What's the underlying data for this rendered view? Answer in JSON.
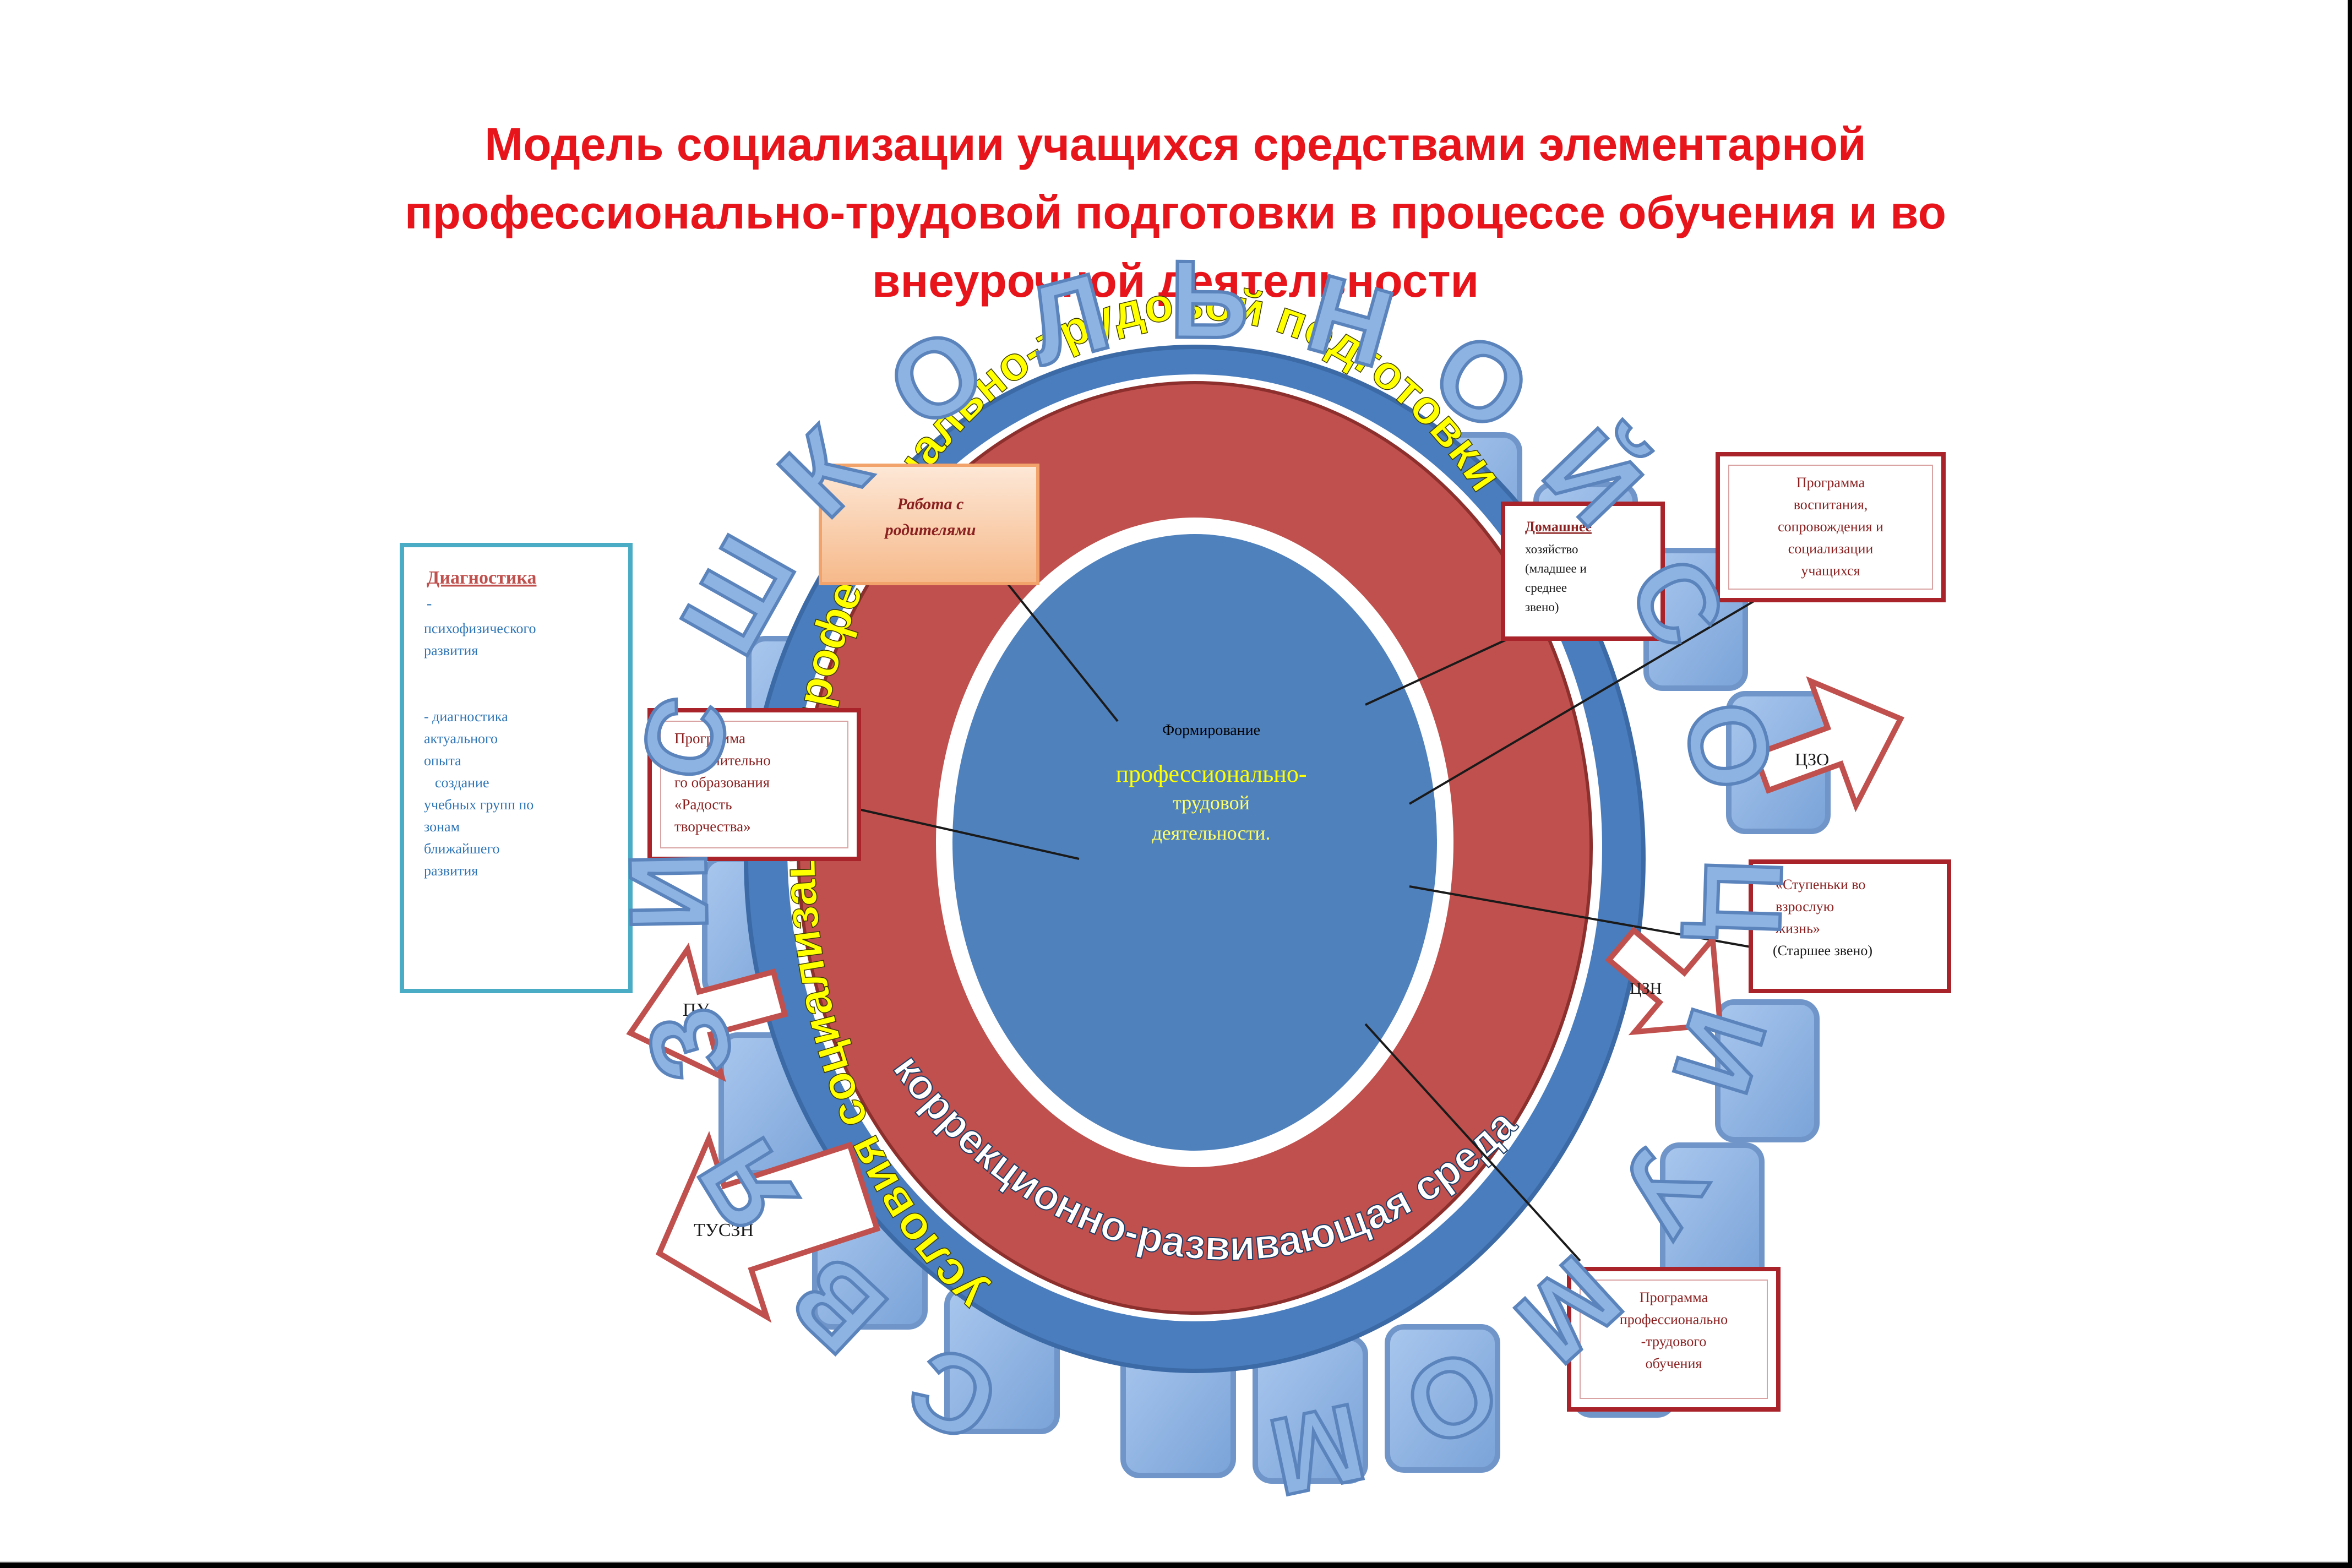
{
  "title": {
    "line1": "Модель социализации учащихся средствами элементарной",
    "line2": "профессионально-трудовой подготовки в процессе обучения и во",
    "line3": "внеурочной деятельности"
  },
  "rings": {
    "outer_letters": "СВЯЗИ С ШКОЛЬНОЙ СОЦИУМОМ",
    "middle": "коррекционно-развивающая среда",
    "inner": "условия социализации и профессионально-трудовой подготовки"
  },
  "center": {
    "line1": "Формирование",
    "line2": "профессионально-",
    "line3": "трудовой",
    "line4": "деятельности."
  },
  "boxes": {
    "parents": {
      "line1": "Работа с",
      "line2": "родителями"
    },
    "diagnostics": {
      "heading": "Диагностика",
      "dash": "-",
      "l1": "психофизического",
      "l2": "развития",
      "l3": "- диагностика",
      "l4": "актуального",
      "l5": "опыта",
      "l6": "создание",
      "l7": "учебных групп по",
      "l8": "зонам",
      "l9": "ближайшего",
      "l10": "развития"
    },
    "program_additional": {
      "l1": "Программа",
      "l2": "дополнительно",
      "l3": "го образования",
      "l4": "«Радость",
      "l5": "творчества»"
    },
    "home_module": {
      "heading": "Домашнее",
      "l1": "хозяйство",
      "l2": "(младшее и",
      "l3": "среднее",
      "l4": "звено)"
    },
    "upbringing": {
      "l1": "Программа",
      "l2": "воспитания,",
      "l3": "сопровождения и",
      "l4": "социализации",
      "l5": "учащихся"
    },
    "steps": {
      "l1": "«Ступеньки во",
      "l2": "взрослую",
      "l3": "жизнь»",
      "l4": "(Старшее звено)"
    },
    "labor": {
      "l1": "Программа",
      "l2": "профессионально",
      "l3": "-трудового",
      "l4": "обучения"
    }
  },
  "arrows": {
    "tszo": "ЦЗО",
    "tsn": "ЦЗН",
    "pu": "ПУ",
    "tusin": "ТУСЗН"
  },
  "colors": {
    "title": "#e8141b",
    "outer_ring": "#4a7dbd",
    "red_ring": "#c0504d",
    "inner_circle": "#4f81bd",
    "ring_text": "#ffff00",
    "box_border": "#a8232a",
    "diagnostics_border": "#4bacc6",
    "letters": "#8db3e2"
  }
}
